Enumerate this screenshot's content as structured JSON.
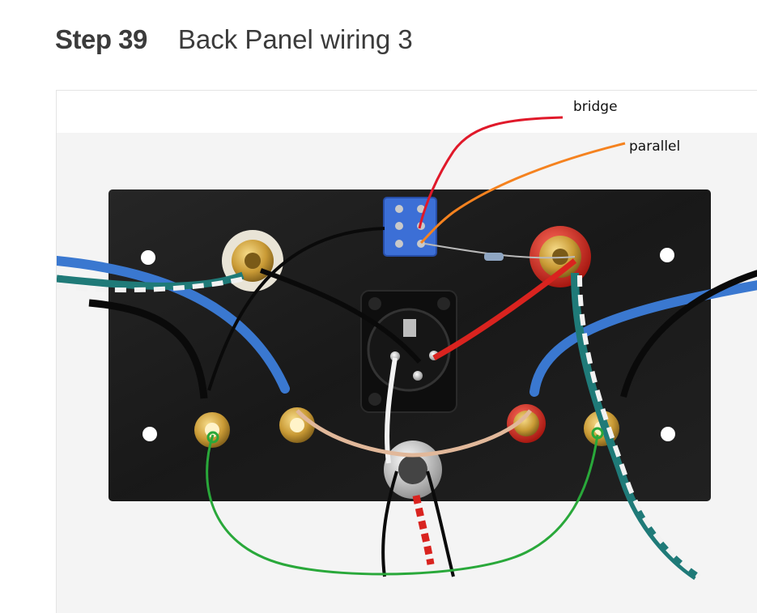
{
  "step": {
    "number": "Step 39",
    "title": "Back Panel wiring 3"
  },
  "photo": {
    "annotations": {
      "bridge": "bridge",
      "parallel": "parallel"
    },
    "colors": {
      "bridge_line": "#e0192a",
      "parallel_line": "#f5821f",
      "ground_loop": "#29a83a",
      "panel": "#1b1b1b",
      "blue_wire": "#3a78d0",
      "teal_wire": "#1f7a78",
      "red_wire": "#d9231f",
      "gold": "#d3a13a",
      "switch_blue": "#3c6fd6"
    }
  }
}
